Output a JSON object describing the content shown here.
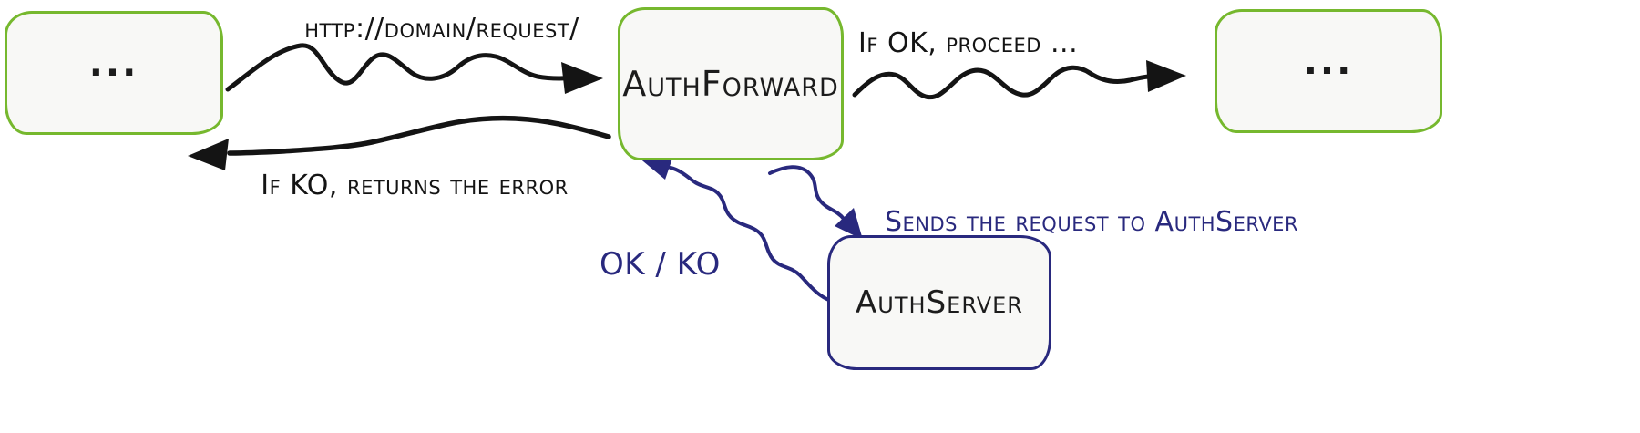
{
  "diagram": {
    "nodes": {
      "client": {
        "label": "..."
      },
      "auth_forward": {
        "label": "AuthForward"
      },
      "upstream": {
        "label": "..."
      },
      "auth_server": {
        "label": "AuthServer"
      }
    },
    "edges": {
      "request": {
        "label": "http://domain/request/"
      },
      "ok_proceed": {
        "label": "If OK, proceed ..."
      },
      "ko_return": {
        "label": "If KO, returns the error"
      },
      "send_request": {
        "label": "Sends the request to AuthServer"
      },
      "ok_ko": {
        "label": "OK / KO"
      }
    },
    "colors": {
      "green": "#76b82e",
      "navy": "#29297e",
      "black": "#141414",
      "node_fill": "#f8f8f6"
    }
  }
}
